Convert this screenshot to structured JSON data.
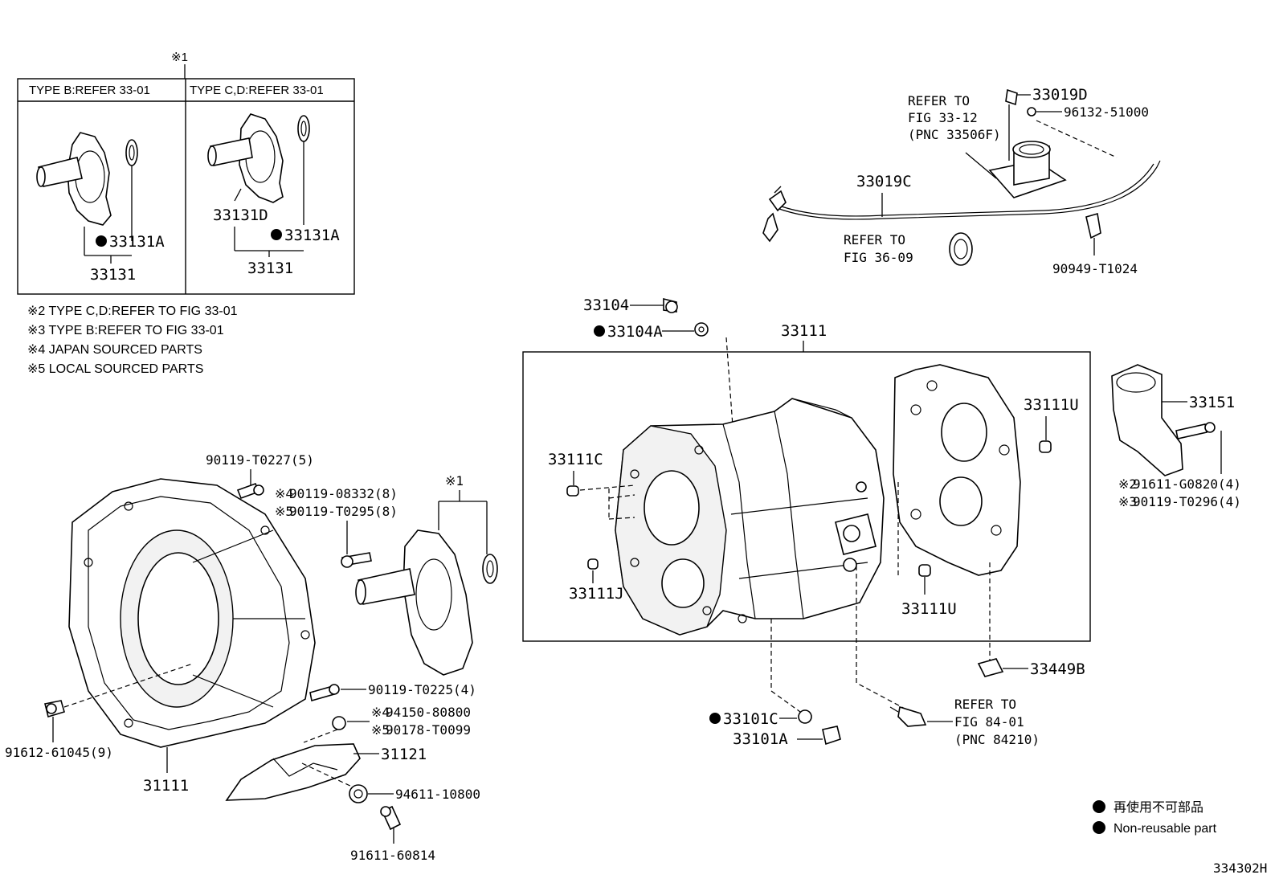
{
  "diagram_id": "334302H",
  "legend": {
    "non_reusable_jp": "再使用不可部品",
    "non_reusable_en": "Non-reusable part"
  },
  "inset": {
    "mark": "※1",
    "type_b_header": "TYPE B:REFER 33-01",
    "type_cd_header": "TYPE C,D:REFER 33-01",
    "b_seal": "33131A",
    "b_assy": "33131",
    "cd_retainer": "33131D",
    "cd_seal": "33131A",
    "cd_assy": "33131"
  },
  "notes": [
    "※2 TYPE C,D:REFER TO FIG 33-01",
    "※3 TYPE B:REFER TO FIG 33-01",
    "※4 JAPAN SOURCED PARTS",
    "※5 LOCAL SOURCED PARTS"
  ],
  "top_right": {
    "refer_1": "REFER TO",
    "refer_2": "FIG 33-12",
    "refer_3": "(PNC 33506F)",
    "p_33019D": "33019D",
    "p_96132": "96132-51000",
    "p_33019C": "33019C",
    "refer_b1": "REFER TO",
    "refer_b2": "FIG 36-09",
    "p_90949": "90949-T1024"
  },
  "case": {
    "p_33104": "33104",
    "p_33104A": "33104A",
    "p_33111": "33111",
    "p_33111U_top": "33111U",
    "p_33111C": "33111C",
    "p_33111J": "33111J",
    "p_33111U_bot": "33111U",
    "p_33151": "33151",
    "p_91611_G0820": "91611-G0820(4)",
    "p_90119_T0296": "90119-T0296(4)",
    "mark_2": "※2",
    "mark_3": "※3",
    "p_33449B": "33449B",
    "p_33101C": "33101C",
    "p_33101A": "33101A",
    "refer_c1": "REFER TO",
    "refer_c2": "FIG 84-01",
    "refer_c3": "(PNC 84210)"
  },
  "housing": {
    "p_90119_T0227": "90119-T0227(5)",
    "mark_4a": "※4",
    "p_90119_08332": "90119-08332(8)",
    "mark_5a": "※5",
    "p_90119_T0295": "90119-T0295(8)",
    "mark_1": "※1",
    "p_90119_T0225": "90119-T0225(4)",
    "mark_4b": "※4",
    "p_94150": "94150-80800",
    "mark_5b": "※5",
    "p_90178": "90178-T0099",
    "p_31121": "31121",
    "p_94611": "94611-10800",
    "p_91611_60814": "91611-60814",
    "p_91612": "91612-61045(9)",
    "p_31111": "31111"
  }
}
